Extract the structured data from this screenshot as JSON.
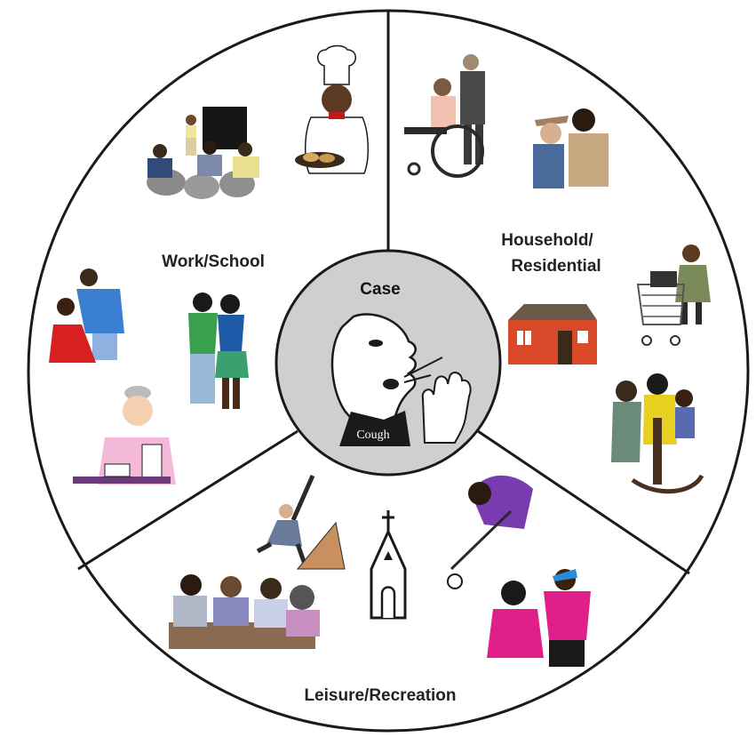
{
  "segments": {
    "work_school": "Work/School",
    "household": [
      "Household/",
      "Residential"
    ],
    "leisure": "Leisure/Recreation"
  },
  "center": {
    "title": "Case",
    "cough_label": "Cough"
  },
  "colors": {
    "ring_stroke": "#1a1a1a",
    "center_fill": "#cfcfcf",
    "background": "#ffffff"
  },
  "icons": [
    "classroom-teaching-icon",
    "chef-with-bread-icon",
    "wheelchair-caregiver-icon",
    "two-men-talking-icon",
    "barber-haircut-icon",
    "two-girls-school-icon",
    "house-icon",
    "shopping-cart-woman-icon",
    "nurse-with-tray-icon",
    "family-rocking-chair-icon",
    "bowling-icon",
    "church-icon",
    "billiards-player-icon",
    "group-at-table-icon",
    "partygoers-icon"
  ]
}
